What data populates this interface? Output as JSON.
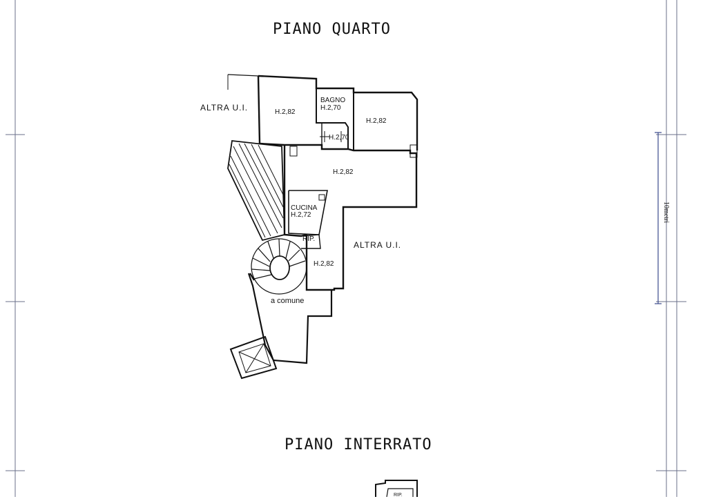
{
  "titles": {
    "floor_four": "PIANO QUARTO",
    "basement": "PIANO INTERRATO"
  },
  "labels": {
    "other_unit_left": "ALTRA U.I.",
    "other_unit_right": "ALTRA U.I.",
    "room_1_height": "H.2,82",
    "bathroom_name": "BAGNO",
    "bathroom_height": "H.2,70",
    "room_2_height": "H.2,82",
    "corridor_height": "H.2,70",
    "living_height": "H.2,82",
    "kitchen_name": "CUCINA",
    "kitchen_height": "H.2,72",
    "storage": "RIP.",
    "lower_room_height": "H.2,82",
    "common_area": "a comune",
    "basement_storage": "RIP."
  },
  "scale": {
    "label": "10metri"
  },
  "colors": {
    "line": "#111111",
    "frame": "#6a6f8a",
    "scale_bar": "#3b4a8c"
  }
}
